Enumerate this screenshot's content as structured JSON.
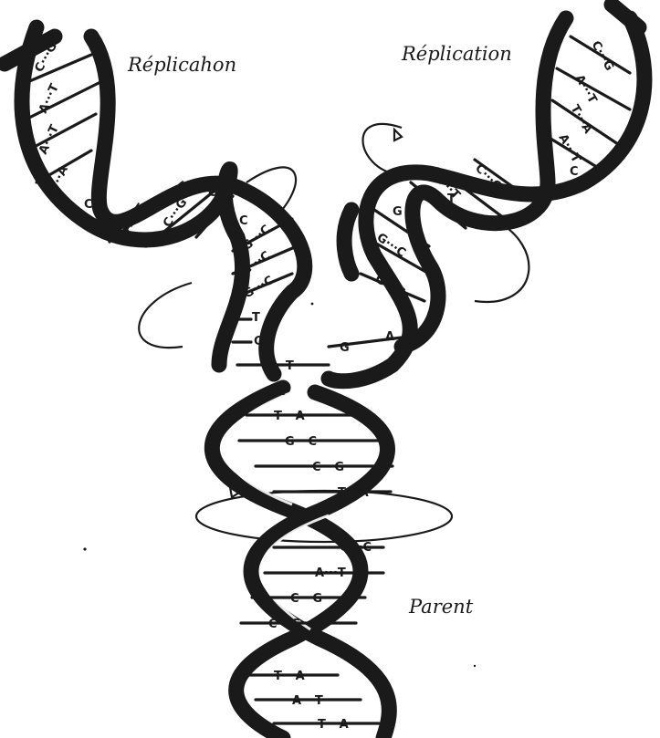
{
  "labels": {
    "replication_left": "Réplicahon",
    "replication_right": "Réplication",
    "parent": "Parent"
  },
  "colors": {
    "ink": "#1a1a1a",
    "paper": "#ffffff"
  },
  "parent_pairs": [
    "T···A",
    "G···C",
    "C···G",
    "T···A",
    "G···C",
    "A···T",
    "C···G",
    "C···G",
    "T···A",
    "A···T",
    "T···A"
  ],
  "fork_pairs": [
    "A···T",
    "G",
    "A"
  ],
  "left_daughter_pairs": [
    "C···G",
    "A···T",
    "A···T",
    "T···A",
    "A···T",
    "C···G",
    "G···C",
    "G···C",
    "G···C"
  ],
  "left_daughter_singles": [
    "C",
    "G",
    "T",
    "C",
    "T"
  ],
  "right_daughter_pairs": [
    "C···G",
    "A···T",
    "T···A",
    "A···T",
    "C···G",
    "A···T",
    "G···C",
    "G···C"
  ],
  "right_daughter_singles": [
    "C",
    "T",
    "G"
  ]
}
